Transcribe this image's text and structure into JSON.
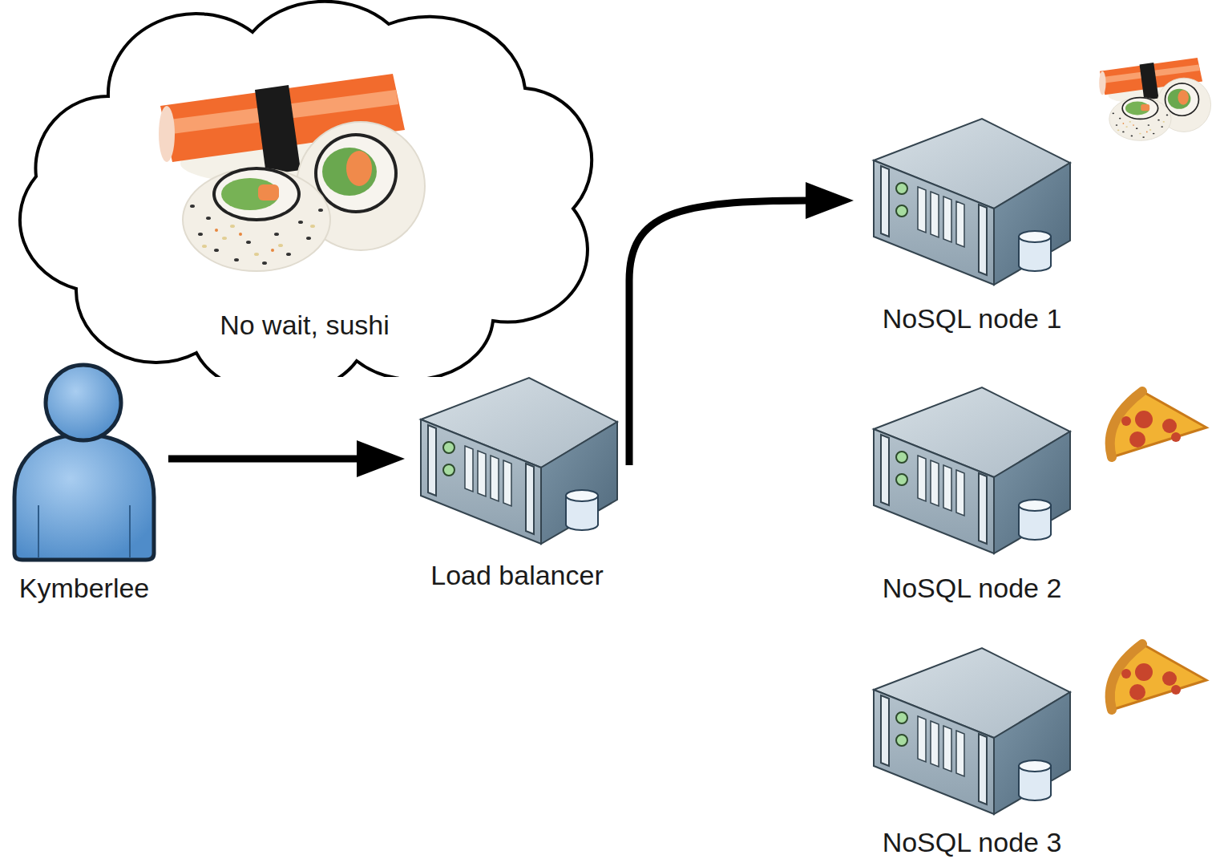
{
  "diagram": {
    "nodes": [
      {
        "text": [
          "No wait, sushi"
        ]
      },
      {
        "text": [
          "Kymberlee"
        ]
      },
      {
        "text": [
          "Load balancer"
        ]
      },
      {
        "text": [
          "NoSQL node 1"
        ]
      },
      {
        "text": [
          "NoSQL node 2"
        ]
      },
      {
        "text": [
          "NoSQL node 3"
        ]
      }
    ],
    "edges": [
      {
        "from": 1,
        "to": 2,
        "arrow": "to"
      },
      {
        "from": 2,
        "to": 3,
        "arrow": "to"
      }
    ]
  }
}
